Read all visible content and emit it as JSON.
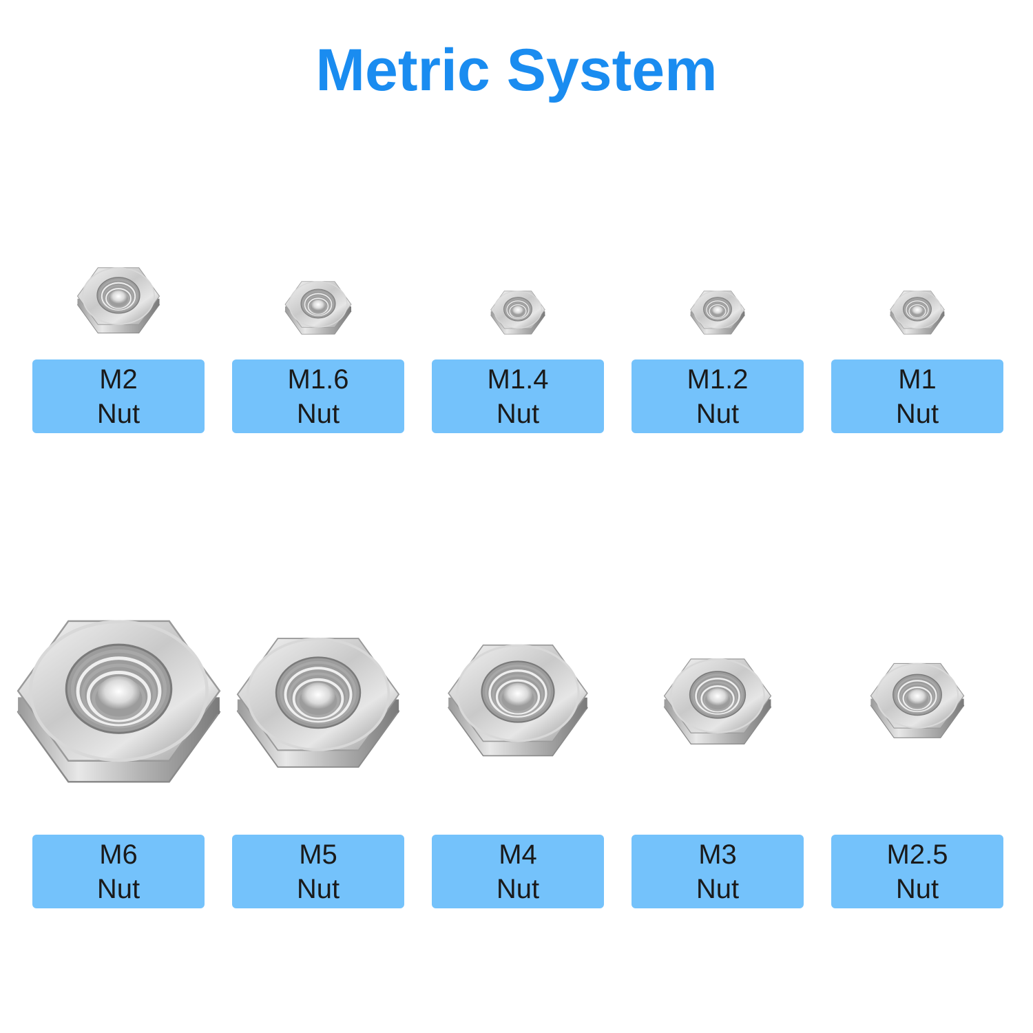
{
  "title": "Metric System",
  "colors": {
    "title": "#1a8cf0",
    "label_bg": "#74c2fb",
    "label_text": "#1a1a1a",
    "background": "#ffffff"
  },
  "rows": [
    {
      "items": [
        {
          "size": "M2",
          "kind": "Nut",
          "icon": "hex-nut-icon"
        },
        {
          "size": "M1.6",
          "kind": "Nut",
          "icon": "hex-nut-icon"
        },
        {
          "size": "M1.4",
          "kind": "Nut",
          "icon": "hex-nut-icon"
        },
        {
          "size": "M1.2",
          "kind": "Nut",
          "icon": "hex-nut-icon"
        },
        {
          "size": "M1",
          "kind": "Nut",
          "icon": "hex-nut-icon"
        }
      ]
    },
    {
      "items": [
        {
          "size": "M6",
          "kind": "Nut",
          "icon": "hex-nut-icon"
        },
        {
          "size": "M5",
          "kind": "Nut",
          "icon": "hex-nut-icon"
        },
        {
          "size": "M4",
          "kind": "Nut",
          "icon": "hex-nut-icon"
        },
        {
          "size": "M3",
          "kind": "Nut",
          "icon": "hex-nut-icon"
        },
        {
          "size": "M2.5",
          "kind": "Nut",
          "icon": "hex-nut-icon"
        }
      ]
    }
  ]
}
